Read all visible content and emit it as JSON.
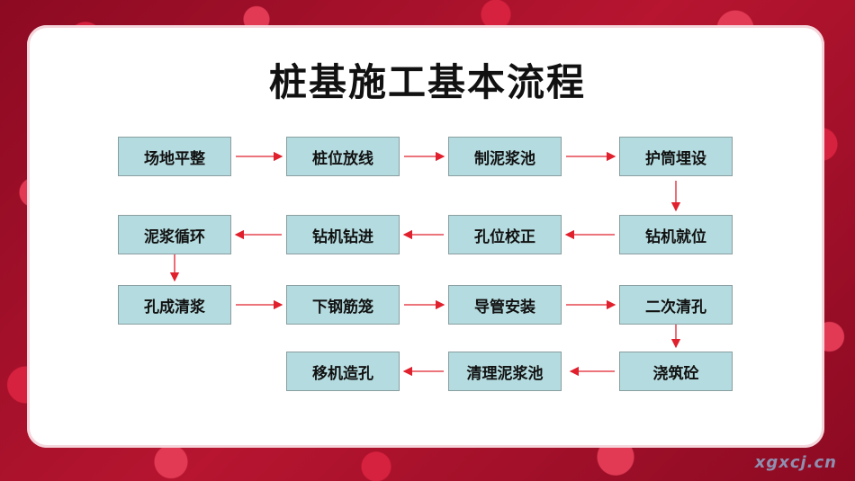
{
  "title": "桩基施工基本流程",
  "steps": [
    "场地平整",
    "桩位放线",
    "制泥浆池",
    "护筒埋设",
    "钻机就位",
    "孔位校正",
    "钻机钻进",
    "泥浆循环",
    "孔成清浆",
    "下钢筋笼",
    "导管安装",
    "二次清孔",
    "浇筑砼",
    "清理泥浆池",
    "移机造孔"
  ],
  "watermark": "xgxcj.cn",
  "colors": {
    "box": "#b4dbdf",
    "arrow": "#e0202c",
    "frame": "#a8102a"
  }
}
